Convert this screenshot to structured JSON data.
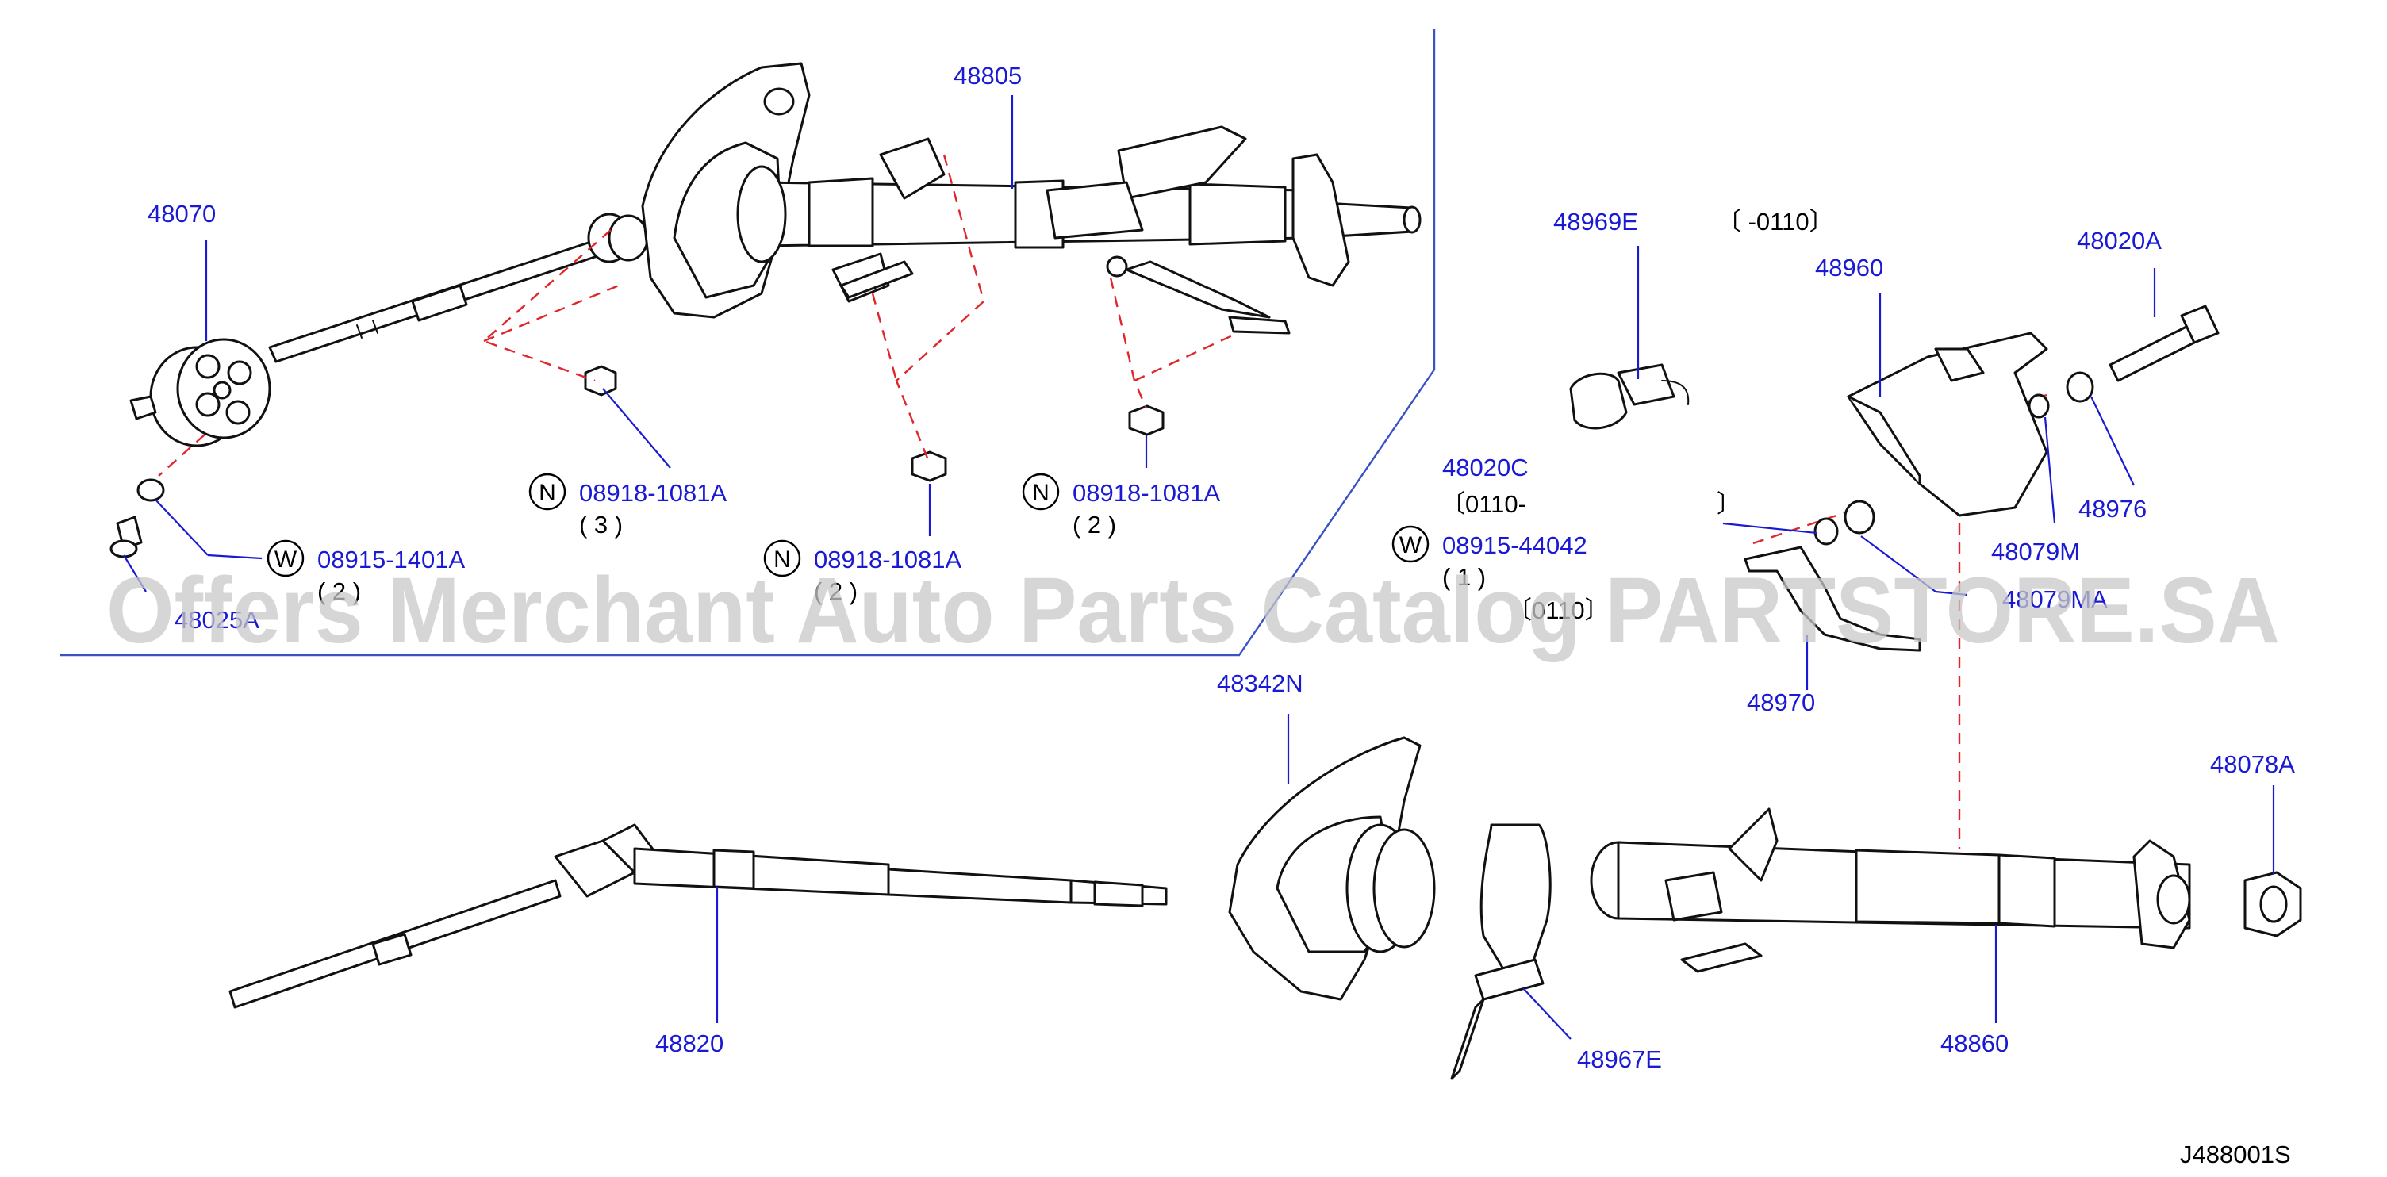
{
  "parts": {
    "p48805": "48805",
    "p48070": "48070",
    "p48969E": "48969E",
    "p48020A": "48020A",
    "p48960": "48960",
    "p48976": "48976",
    "p48079M": "48079M",
    "p48079MA": "48079MA",
    "p48020C": "48020C",
    "p48970": "48970",
    "p48342N": "48342N",
    "p48078A": "48078A",
    "p48820": "48820",
    "p48967E": "48967E",
    "p48860": "48860",
    "p48025A": "48025A"
  },
  "fasteners": {
    "n1": {
      "symbol": "N",
      "part": "08918-1081A",
      "qty": "( 3 )"
    },
    "n2": {
      "symbol": "N",
      "part": "08918-1081A",
      "qty": "( 2 )"
    },
    "n3": {
      "symbol": "N",
      "part": "08918-1081A",
      "qty": "( 2 )"
    },
    "w1": {
      "symbol": "W",
      "part": "08915-1401A",
      "qty": "( 2 )"
    },
    "w2": {
      "symbol": "W",
      "part": "08915-44042",
      "qty": "( 1 )"
    }
  },
  "date_codes": {
    "code_top": "〔        -0110〕",
    "code_48020c": "〔0110-",
    "code_bracket": "〕",
    "code_mid": "〔0110〕"
  },
  "diagram_ref": "J488001S",
  "watermark": "Offers Merchant Auto Parts Catalog PARTSTORE.SA",
  "colors": {
    "label": "#1a1ad4",
    "leader": "#1a1ad4",
    "dashed_guide": "#e0262b",
    "border": "#3a52c4",
    "watermark": "#c8c8c8"
  }
}
